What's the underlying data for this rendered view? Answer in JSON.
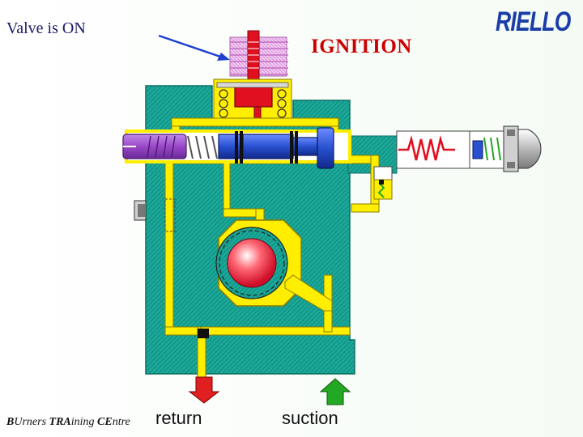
{
  "status_text": "Valve is ON",
  "phase_label": "IGNITION",
  "brand": "RIELLO",
  "footer": {
    "p1": "B",
    "p2": "Urners ",
    "p3": "TRA",
    "p4": "ining ",
    "p5": "CE",
    "p6": "ntre"
  },
  "ports": {
    "return_label": "return",
    "suction_label": "suction"
  },
  "colors": {
    "body_teal": "#1aa898",
    "oil_yellow": "#ffee00",
    "coil_pink": "#e8a0e8",
    "armature_red": "#e01020",
    "piston_blue": "#2850d0",
    "plunger_purple": "#9a48c8",
    "return_arrow": "#e02020",
    "suction_arrow": "#22a822",
    "logo_blue": "#1a3da8"
  }
}
